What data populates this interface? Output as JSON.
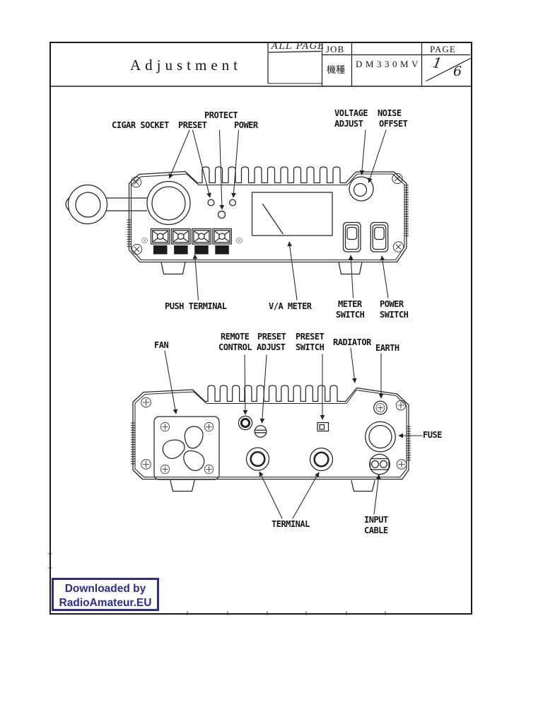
{
  "header": {
    "title": "Adjustment",
    "all_page_note": "ALL PAGE",
    "job_label": "JOB",
    "model_field_label": "機種",
    "model_value": "DM330MV",
    "page_label": "PAGE",
    "page_number": "1",
    "page_total": "6"
  },
  "front": {
    "cigar_socket": "CIGAR SOCKET",
    "preset": "PRESET",
    "protect": "PROTECT",
    "power": "POWER",
    "voltage_adjust": [
      "VOLTAGE",
      "ADJUST"
    ],
    "noise_offset": [
      "NOISE",
      "OFFSET"
    ],
    "push_terminal": "PUSH TERMINAL",
    "va_meter": "V/A METER",
    "meter_switch": [
      "METER",
      "SWITCH"
    ],
    "power_switch": [
      "POWER",
      "SWITCH"
    ]
  },
  "rear": {
    "fan": "FAN",
    "remote_control": [
      "REMOTE",
      "CONTROL"
    ],
    "preset_adjust": [
      "PRESET",
      "ADJUST"
    ],
    "preset_switch": [
      "PRESET",
      "SWITCH"
    ],
    "radiator": "RADIATOR",
    "earth": "EARTH",
    "fuse": "FUSE",
    "terminal": "TERMINAL",
    "input_cable": [
      "INPUT",
      "CABLE"
    ]
  },
  "watermark": {
    "line1": "Downloaded by",
    "line2": "RadioAmateur.EU",
    "color": "#2b2b9e"
  },
  "colors": {
    "ink": "#242424",
    "paper": "#ffffff"
  }
}
